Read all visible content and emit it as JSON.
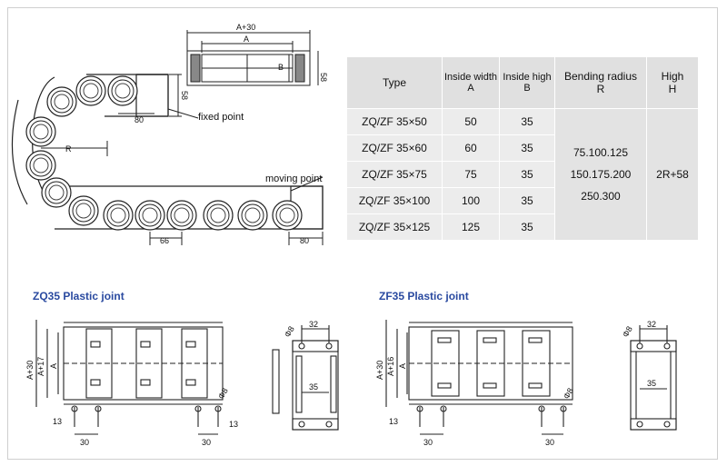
{
  "top_drawing": {
    "dim_a30": "A+30",
    "dim_a": "A",
    "dim_b": "B",
    "dim_58_side": "58",
    "dim_58_link": "58",
    "dim_80_top": "80",
    "dim_80_bottom": "80",
    "dim_66": "66",
    "dim_r": "R",
    "fixed_point": "fixed point",
    "moving_point": "moving point"
  },
  "spec_table": {
    "headers": {
      "type": "Type",
      "inside_width": "Inside width",
      "inside_width_sym": "A",
      "inside_high": "Inside high",
      "inside_high_sym": "B",
      "bending_radius": "Bending radius",
      "bending_radius_sym": "R",
      "high": "High",
      "high_sym": "H"
    },
    "rows": [
      {
        "type": "ZQ/ZF  35×50",
        "a": "50",
        "b": "35"
      },
      {
        "type": "ZQ/ZF  35×60",
        "a": "60",
        "b": "35"
      },
      {
        "type": "ZQ/ZF  35×75",
        "a": "75",
        "b": "35"
      },
      {
        "type": "ZQ/ZF  35×100",
        "a": "100",
        "b": "35"
      },
      {
        "type": "ZQ/ZF  35×125",
        "a": "125",
        "b": "35"
      }
    ],
    "radius_values": [
      "75.100.125",
      "150.175.200",
      "250.300"
    ],
    "high_value": "2R+58"
  },
  "zq35": {
    "title": "ZQ35 Plastic joint",
    "dim_a30": "A+30",
    "dim_a17": "A+17",
    "dim_a": "A",
    "dim_13": "13",
    "dim_30_left": "30",
    "dim_30_right": "30",
    "dim_13_right": "13",
    "dim_phi8": "Φ8",
    "side_phi8": "Φ8",
    "side_32": "32",
    "side_35": "35"
  },
  "zf35": {
    "title": "ZF35 Plastic joint",
    "dim_a30": "A+30",
    "dim_a16": "A+16",
    "dim_a": "A",
    "dim_13": "13",
    "dim_30_left": "30",
    "dim_30_right": "30",
    "dim_phi8": "Φ8",
    "side_phi8": "Φ8",
    "side_32": "32",
    "side_35": "35"
  }
}
